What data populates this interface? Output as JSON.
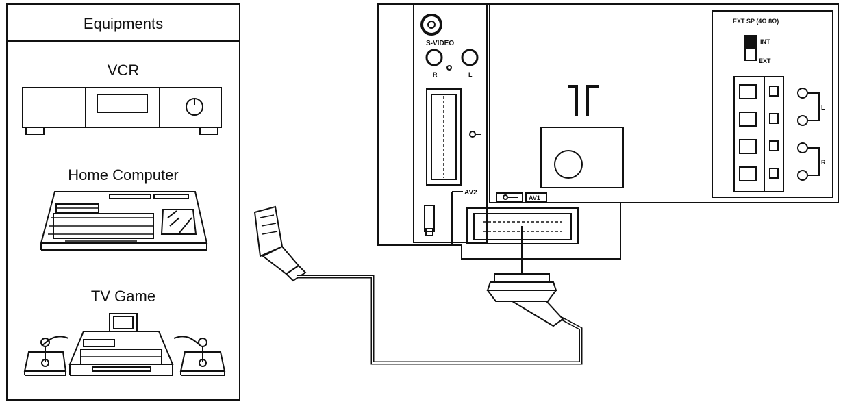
{
  "panel": {
    "title": "Equipments",
    "items": [
      {
        "label": "VCR"
      },
      {
        "label": "Home Computer"
      },
      {
        "label": "TV Game"
      }
    ]
  },
  "tv_panel": {
    "s_video": "S-VIDEO",
    "audio_r": "R",
    "audio_l": "L",
    "av2": "AV2",
    "av1": "AV1",
    "ext_sp": "EXT SP (4Ω 8Ω)",
    "switch_int": "INT",
    "switch_ext": "EXT",
    "terminal_l": "L",
    "terminal_r": "R"
  },
  "colors": {
    "ink": "#111111",
    "paper": "#ffffff"
  }
}
